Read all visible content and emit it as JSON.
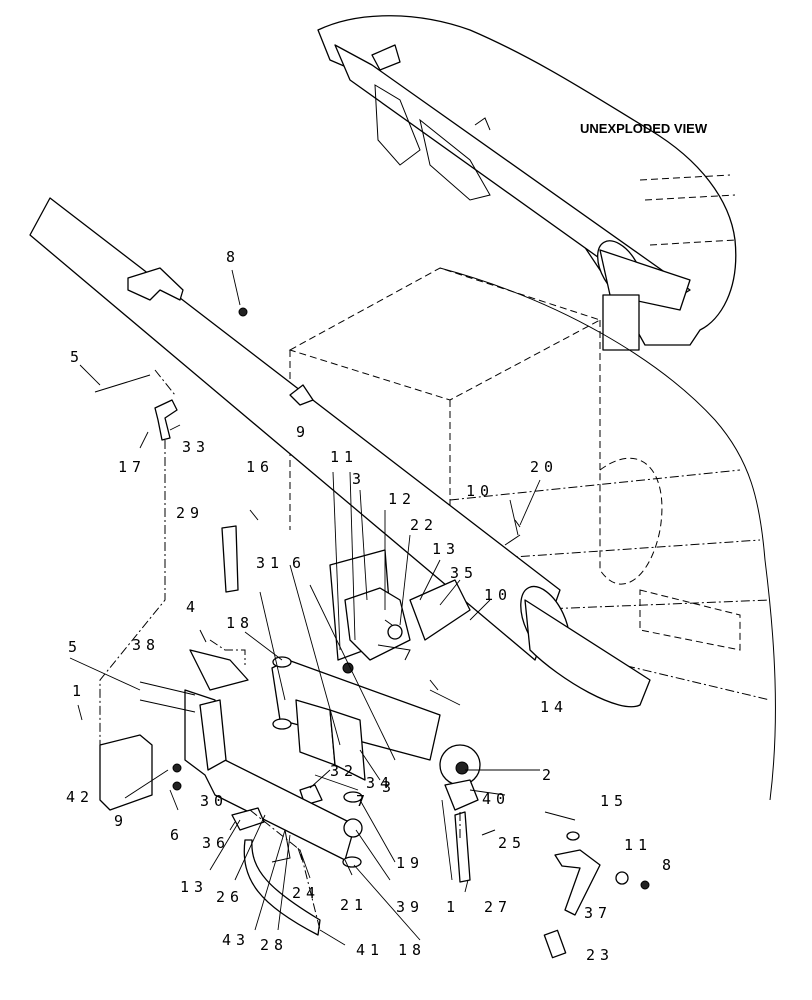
{
  "diagram": {
    "inset_title": "UNEXPLODED VIEW",
    "callouts": {
      "c1_a": "1",
      "c1_b": "1",
      "c2": "2",
      "c3_a": "3",
      "c3_b": "3",
      "c4": "4",
      "c5_a": "5",
      "c5_b": "5",
      "c6_a": "6",
      "c6_b": "6",
      "c7": "7",
      "c8_a": "8",
      "c8_b": "8",
      "c9_a": "9",
      "c9_b": "9",
      "c10_a": "10",
      "c10_b": "10",
      "c11_a": "11",
      "c11_b": "11",
      "c12": "12",
      "c13_a": "13",
      "c13_b": "13",
      "c14": "14",
      "c15": "15",
      "c16": "16",
      "c17": "17",
      "c18_a": "18",
      "c18_b": "18",
      "c19": "19",
      "c20": "20",
      "c21": "21",
      "c22": "22",
      "c23": "23",
      "c24": "24",
      "c25": "25",
      "c26": "26",
      "c27": "27",
      "c28": "28",
      "c29": "29",
      "c30": "30",
      "c31": "31",
      "c32": "32",
      "c33": "33",
      "c34": "34",
      "c35": "35",
      "c36": "36",
      "c37": "37",
      "c38": "38",
      "c39": "39",
      "c40": "40",
      "c41": "41",
      "c42": "42",
      "c43": "43"
    }
  }
}
